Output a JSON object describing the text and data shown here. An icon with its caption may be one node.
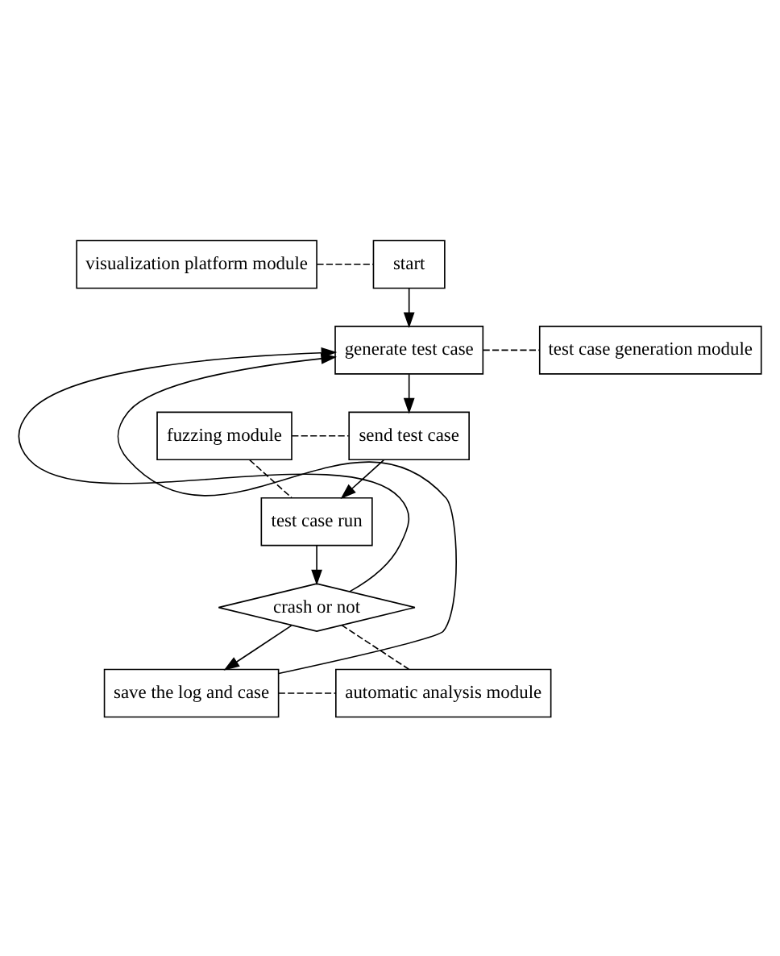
{
  "diagram": {
    "nodes": [
      {
        "text": [
          "visualization platform module"
        ]
      },
      {
        "text": [
          "start"
        ]
      },
      {
        "text": [
          "generate test case"
        ]
      },
      {
        "text": [
          "test case generation module"
        ]
      },
      {
        "text": [
          "send test case"
        ]
      },
      {
        "text": [
          "fuzzing module"
        ]
      },
      {
        "text": [
          "test case run"
        ]
      },
      {
        "text": [
          "crash or not"
        ]
      },
      {
        "text": [
          "automatic analysis module"
        ]
      },
      {
        "text": [
          "save the log and case"
        ]
      }
    ],
    "edges": [
      {
        "from": 0,
        "to": 1,
        "arrow": "none",
        "style": "dashed"
      },
      {
        "from": 1,
        "to": 2,
        "arrow": "to"
      },
      {
        "from": 2,
        "to": 3,
        "arrow": "none",
        "style": "dashed"
      },
      {
        "from": 2,
        "to": 4,
        "arrow": "to"
      },
      {
        "from": 5,
        "to": 4,
        "arrow": "none",
        "style": "dashed"
      },
      {
        "from": 5,
        "to": 6,
        "arrow": "none",
        "style": "dashed"
      },
      {
        "from": 4,
        "to": 6,
        "arrow": "to"
      },
      {
        "from": 6,
        "to": 7,
        "arrow": "to"
      },
      {
        "from": 7,
        "to": 2,
        "arrow": "to"
      },
      {
        "from": 7,
        "to": 8,
        "arrow": "none",
        "style": "dashed"
      },
      {
        "from": 7,
        "to": 9,
        "arrow": "to"
      },
      {
        "from": 9,
        "to": 2,
        "arrow": "to"
      },
      {
        "from": 9,
        "to": 8,
        "arrow": "none",
        "style": "dashed"
      }
    ]
  }
}
